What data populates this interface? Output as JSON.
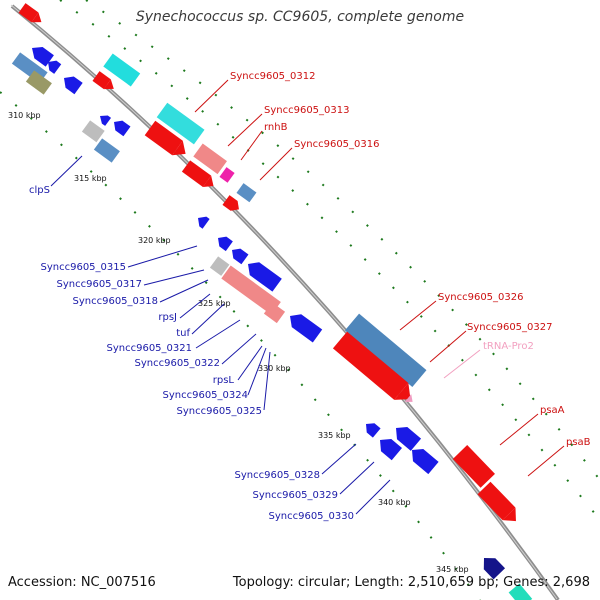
{
  "title": "Synechococcus sp. CC9605, complete genome",
  "accession": "Accession: NC_007516",
  "summary": "Topology: circular; Length: 2,510,659 bp; Genes: 2,698",
  "colors": {
    "backbone": "#8a8a8a",
    "forward_label": "#cc1111",
    "reverse_label": "#1a1aa8",
    "trna_label": "#f2a0c0",
    "tick": "#1e7a1e"
  },
  "kbp_labels": [
    "310 kbp",
    "315 kbp",
    "320 kbp",
    "325 kbp",
    "330 kbp",
    "335 kbp",
    "340 kbp",
    "345 kbp"
  ],
  "forward_labels": [
    "Syncc9605_0312",
    "Syncc9605_0313",
    "rnhB",
    "Syncc9605_0316",
    "Syncc9605_0326",
    "Syncc9605_0327",
    "tRNA-Pro2",
    "psaA",
    "psaB"
  ],
  "reverse_labels": [
    "clpS",
    "Syncc9605_0315",
    "Syncc9605_0317",
    "Syncc9605_0318",
    "rpsJ",
    "tuf",
    "Syncc9605_0321",
    "Syncc9605_0322",
    "rpsL",
    "Syncc9605_0324",
    "Syncc9605_0325",
    "Syncc9605_0328",
    "Syncc9605_0329",
    "Syncc9605_0330"
  ]
}
